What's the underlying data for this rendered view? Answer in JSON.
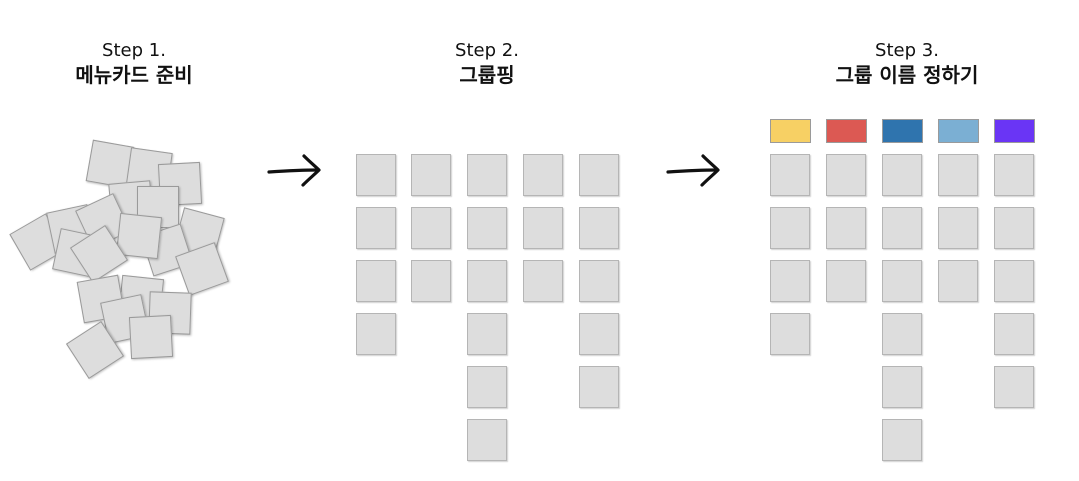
{
  "steps": [
    {
      "number": "Step 1.",
      "title": "메뉴카드 준비"
    },
    {
      "number": "Step 2.",
      "title": "그룹핑"
    },
    {
      "number": "Step 3.",
      "title": "그룹 이름 정하기"
    }
  ],
  "icons": [
    "arrow-right-icon"
  ],
  "grouping": {
    "column_card_counts": [
      4,
      3,
      6,
      3,
      5
    ]
  },
  "naming": {
    "column_card_counts": [
      4,
      3,
      6,
      3,
      5
    ],
    "group_colors": [
      "#f7d064",
      "#dc5953",
      "#2f74ae",
      "#7bafd3",
      "#6a35f5"
    ]
  }
}
